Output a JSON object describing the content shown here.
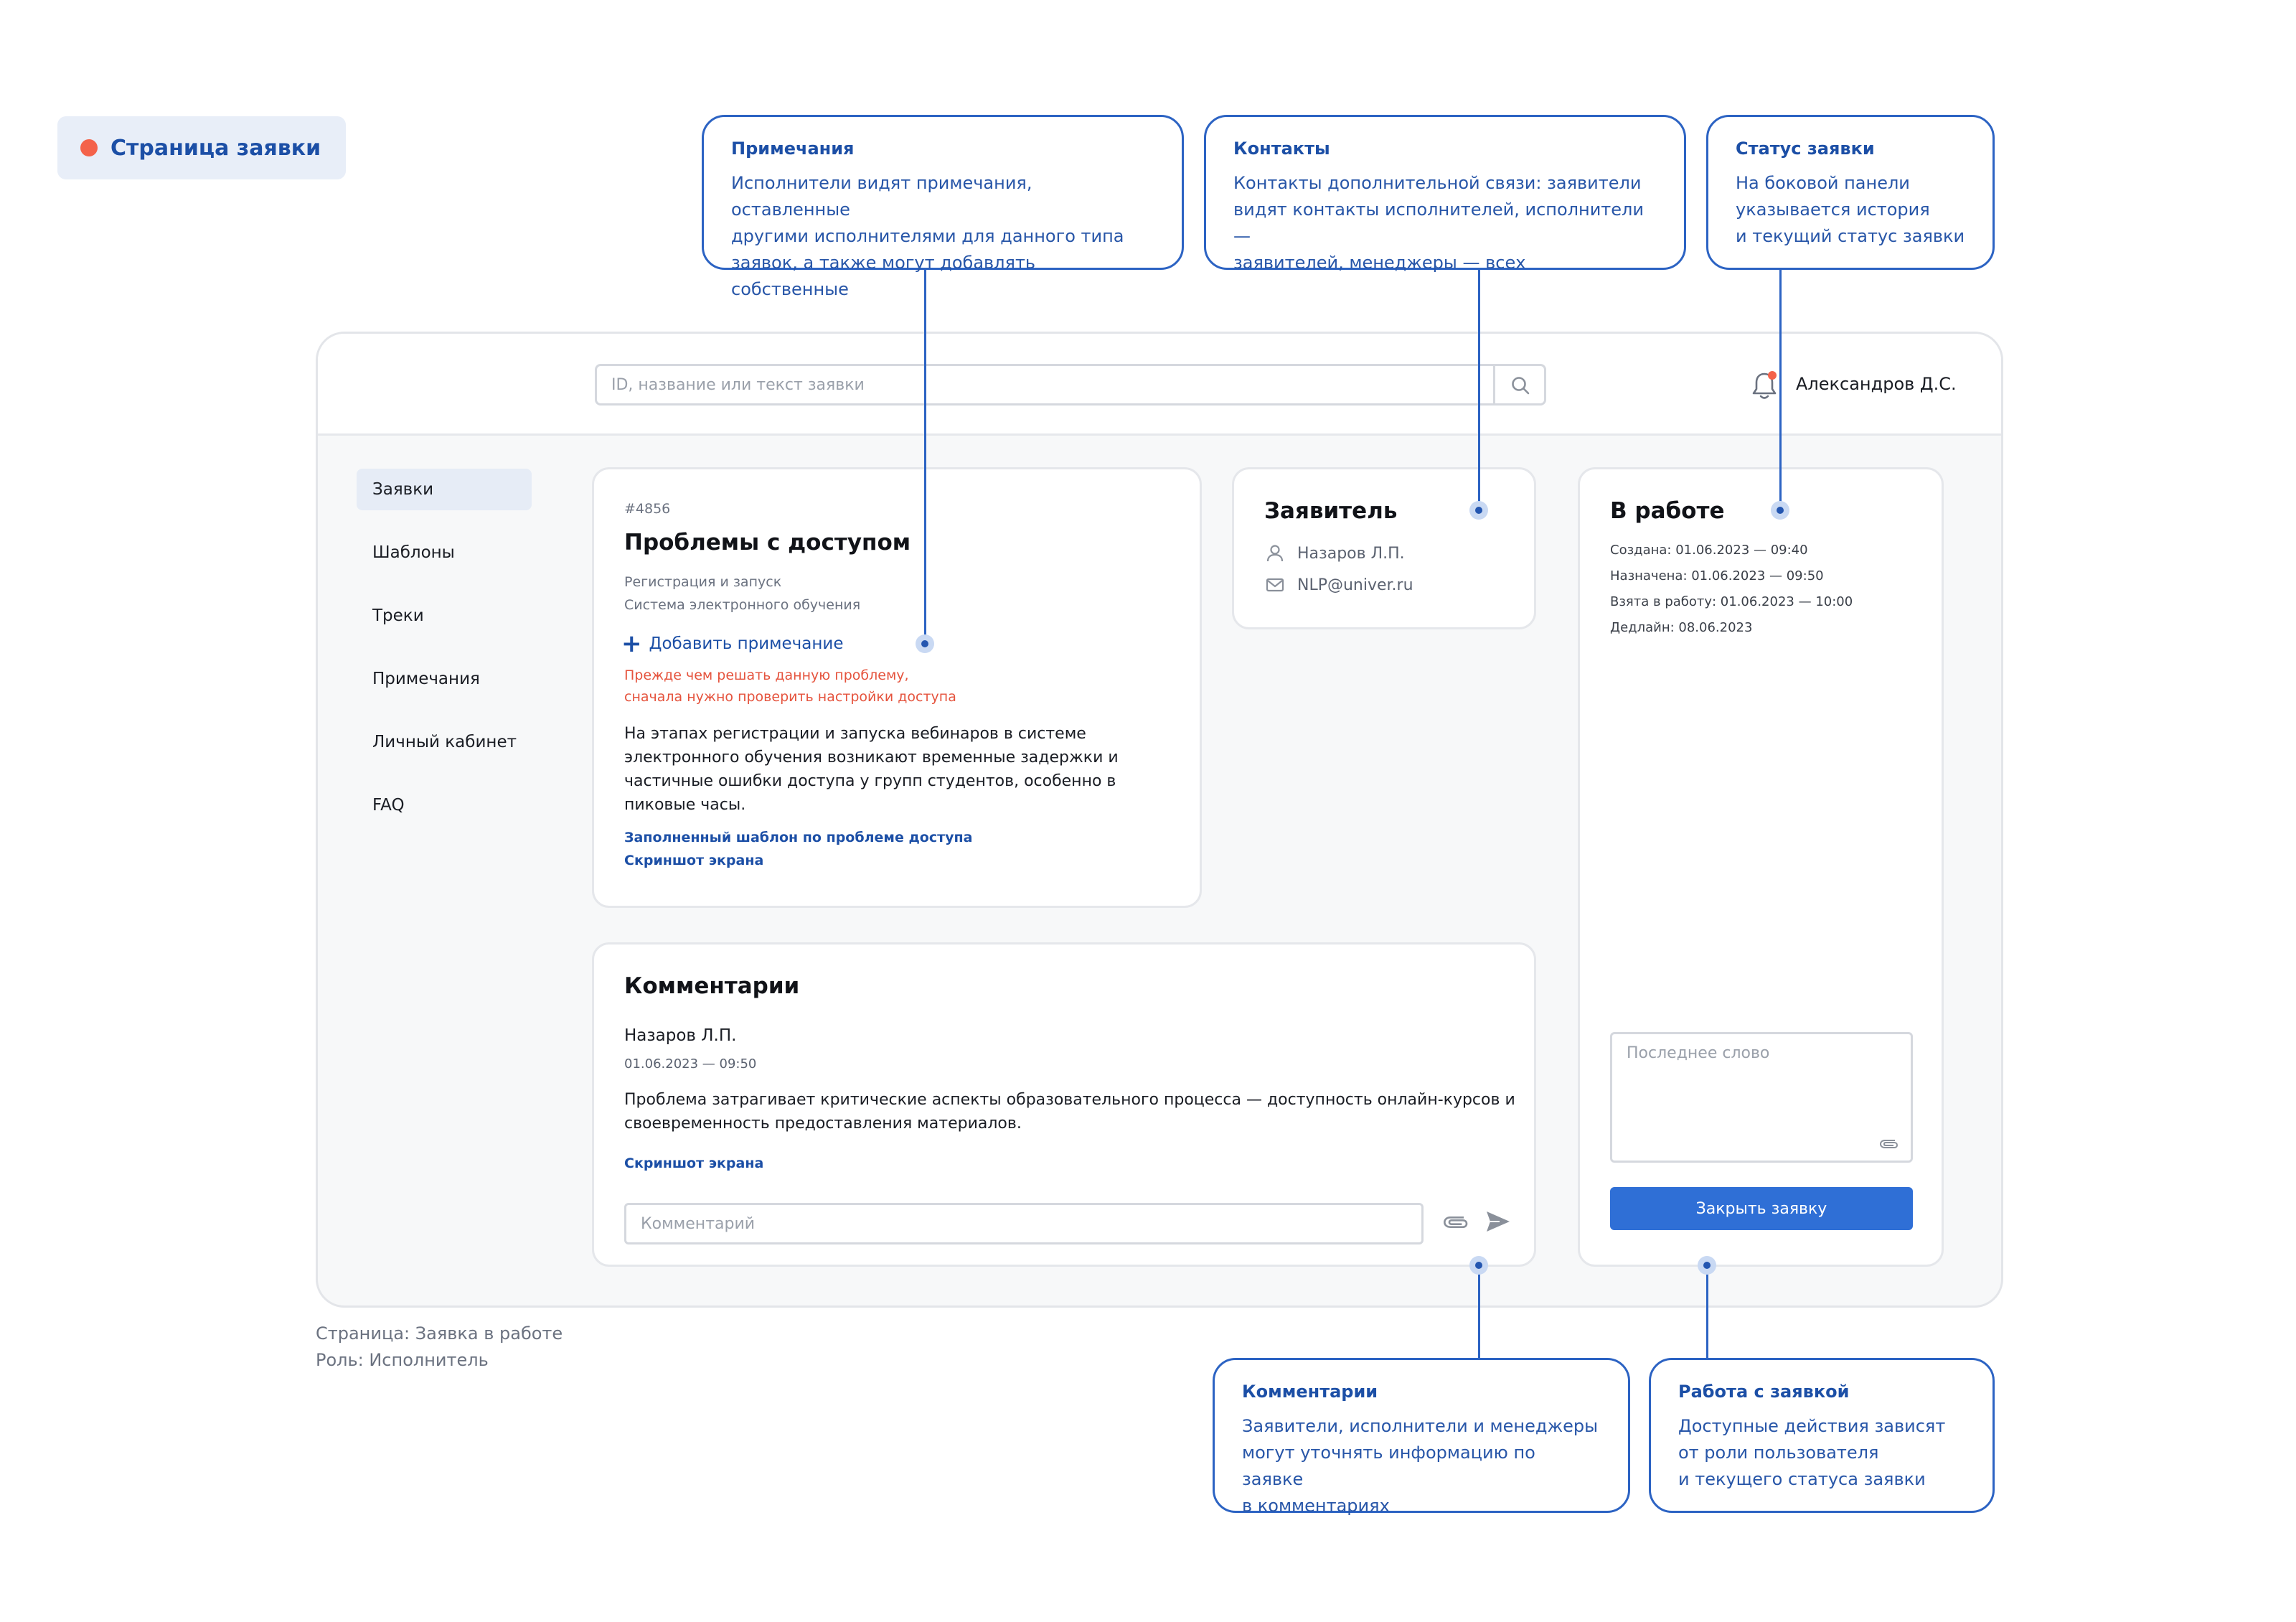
{
  "page_tag": {
    "label": "Страница заявки",
    "dot_color": "#f4624a"
  },
  "callouts": {
    "notes": {
      "title": "Примечания",
      "lines": [
        "Исполнители видят примечания, оставленные",
        "другими исполнителями для данного типа",
        "заявок, а также могут добавлять собственные"
      ]
    },
    "contacts": {
      "title": "Контакты",
      "lines": [
        "Контакты дополнительной связи: заявители",
        "видят контакты исполнителей, исполнители —",
        "заявителей, менеджеры — всех"
      ]
    },
    "status": {
      "title": "Статус заявки",
      "lines": [
        "На боковой панели",
        "указывается история",
        "и текущий статус заявки"
      ]
    },
    "comments": {
      "title": "Комментарии",
      "lines": [
        "Заявители, исполнители и менеджеры",
        "могут уточнять информацию по заявке",
        "в комментариях"
      ]
    },
    "actions": {
      "title": "Работа с заявкой",
      "lines": [
        "Доступные действия зависят",
        "от роли пользователя",
        "и текущего статуса заявки"
      ]
    }
  },
  "header": {
    "search_placeholder": "ID, название или текст заявки",
    "user_name": "Александров Д.С.",
    "notification_dot_color": "#f4624a"
  },
  "sidebar": {
    "items": [
      {
        "label": "Заявки",
        "active": true
      },
      {
        "label": "Шаблоны"
      },
      {
        "label": "Треки"
      },
      {
        "label": "Примечания"
      },
      {
        "label": "Личный кабинет"
      },
      {
        "label": "FAQ"
      }
    ]
  },
  "ticket": {
    "id": "#4856",
    "title": "Проблемы с доступом",
    "categories": [
      "Регистрация и запуск",
      "Система электронного обучения"
    ],
    "add_note_label": "Добавить примечание",
    "warning_lines": [
      "Прежде чем решать данную проблему,",
      "сначала нужно проверить настройки доступа"
    ],
    "description_lines": [
      "На этапах регистрации и запуска вебинаров в системе",
      "электронного обучения возникают временные задержки и",
      "частичные ошибки доступа у групп студентов, особенно в",
      "пиковые часы."
    ],
    "attachments": [
      "Заполненный шаблон по проблеме доступа",
      "Скриншот экрана"
    ]
  },
  "applicant": {
    "heading": "Заявитель",
    "name": "Назаров Л.П.",
    "email": "NLP@univer.ru"
  },
  "status_panel": {
    "heading": "В работе",
    "history": [
      "Создана: 01.06.2023 — 09:40",
      "Назначена: 01.06.2023 — 09:50",
      "Взята в работу: 01.06.2023 — 10:00",
      "Дедлайн: 08.06.2023"
    ],
    "final_word_placeholder": "Последнее слово",
    "close_button": "Закрыть заявку",
    "accent": "#2f6fd6"
  },
  "comments": {
    "heading": "Комментарии",
    "items": [
      {
        "author": "Назаров Л.П.",
        "date": "01.06.2023 — 09:50",
        "text_lines": [
          "Проблема затрагивает критические аспекты образовательного процесса — доступность онлайн-курсов и",
          "своевременность предоставления материалов."
        ],
        "attachment": "Скриншот экрана"
      }
    ],
    "input_placeholder": "Комментарий"
  },
  "caption": {
    "page": "Страница: Заявка в работе",
    "role": "Роль: Исполнитель"
  }
}
